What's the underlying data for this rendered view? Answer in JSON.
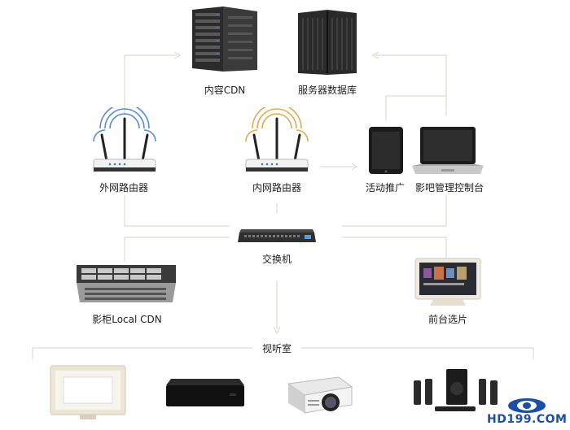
{
  "nodes": {
    "content_cdn": "内容CDN",
    "db_server": "服务器数据库",
    "external_router": "外网路由器",
    "internal_router": "内网路由器",
    "promo": "活动推广",
    "console": "影吧管理控制台",
    "switch": "交换机",
    "local_cdn": "影柜Local CDN",
    "front_desk": "前台选片",
    "viewing_room": "视听室"
  },
  "watermark": "HD199.COM",
  "colors": {
    "line": "#d9d3c4",
    "router_wave_blue": "#3a78c8",
    "router_wave_gold": "#d9a441"
  }
}
